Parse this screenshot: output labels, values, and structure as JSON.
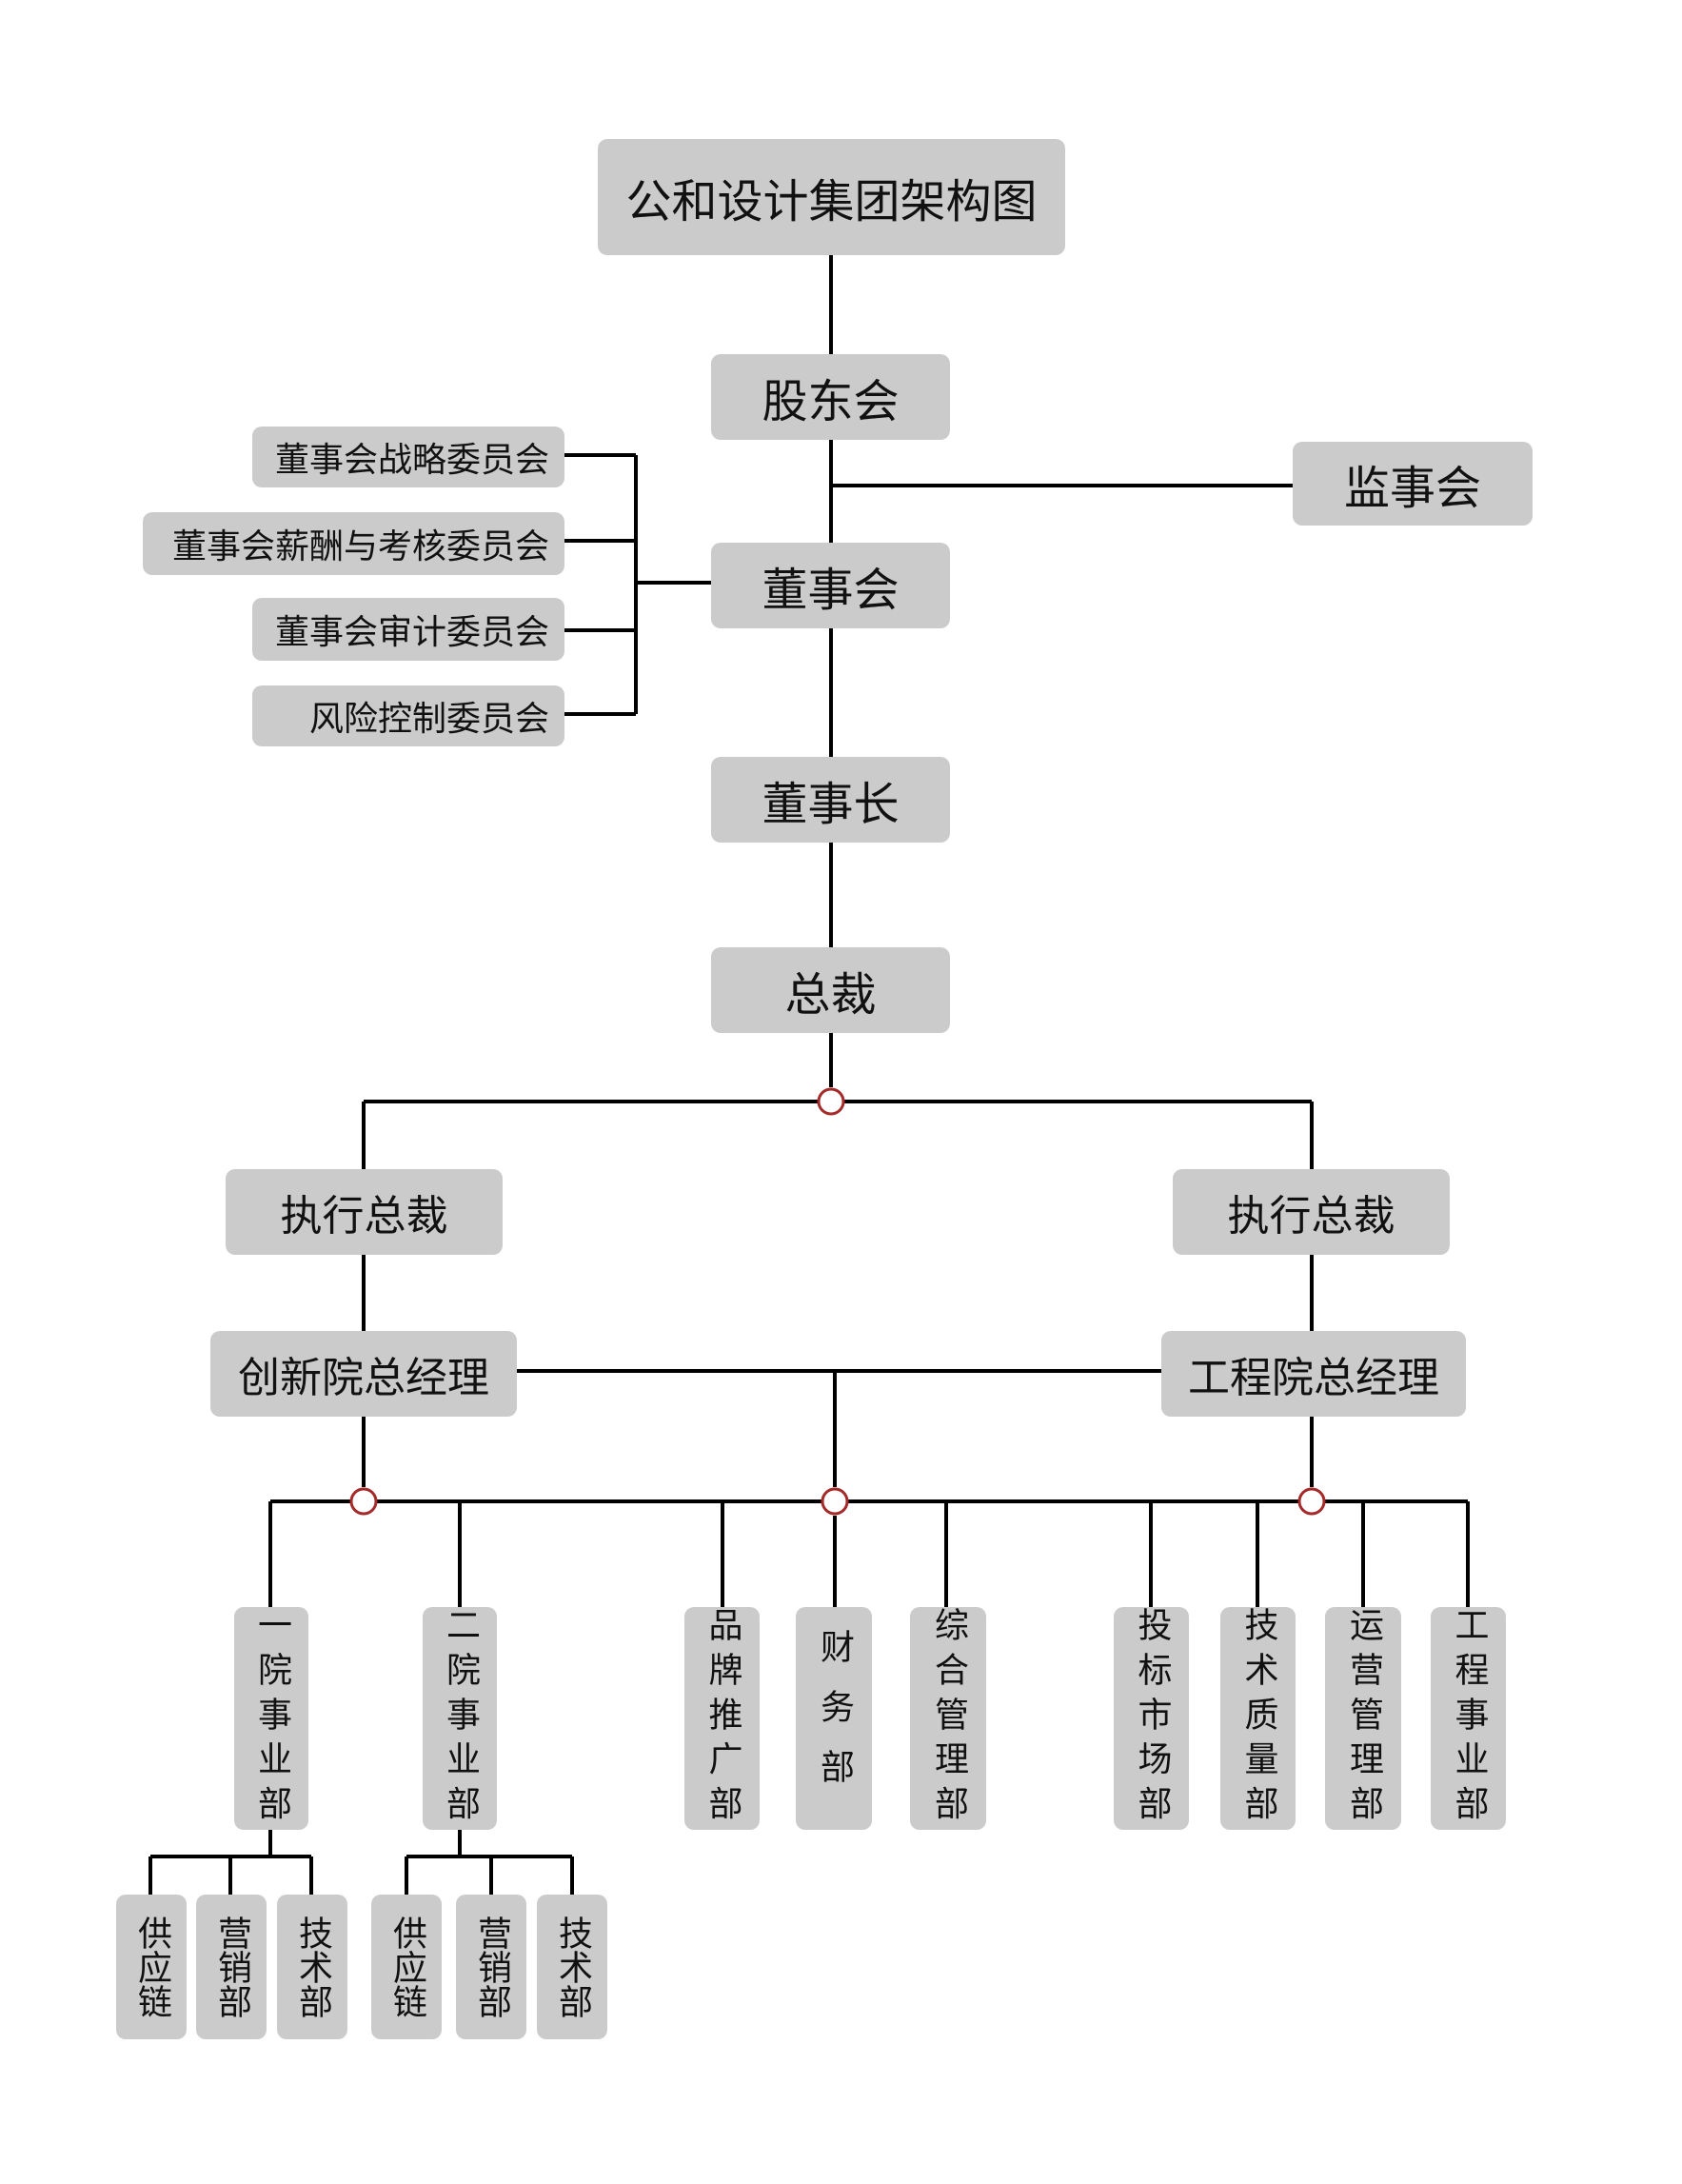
{
  "title": "公和设计集团架构图",
  "levels": {
    "shareholders": "股东会",
    "supervisors": "监事会",
    "board": "董事会",
    "chairman": "董事长",
    "president": "总裁"
  },
  "committees": [
    "董事会战略委员会",
    "董事会薪酬与考核委员会",
    "董事会审计委员会",
    "风险控制委员会"
  ],
  "executives": {
    "left": "执行总裁",
    "right": "执行总裁"
  },
  "general_managers": {
    "left": "创新院总经理",
    "right": "工程院总经理"
  },
  "departments": {
    "innovation": [
      "一院事业部",
      "二院事业部"
    ],
    "shared": [
      "品牌推广部",
      "财务部",
      "综合管理部"
    ],
    "engineering": [
      "投标市场部",
      "技术质量部",
      "运营管理部",
      "工程事业部"
    ]
  },
  "sub_units": {
    "dept1": [
      "供应链",
      "营销部",
      "技术部"
    ],
    "dept2": [
      "供应链",
      "营销部",
      "技术部"
    ]
  },
  "colors": {
    "box": "#cbcbcb",
    "line": "#000000",
    "junction": "#a52a2a"
  }
}
